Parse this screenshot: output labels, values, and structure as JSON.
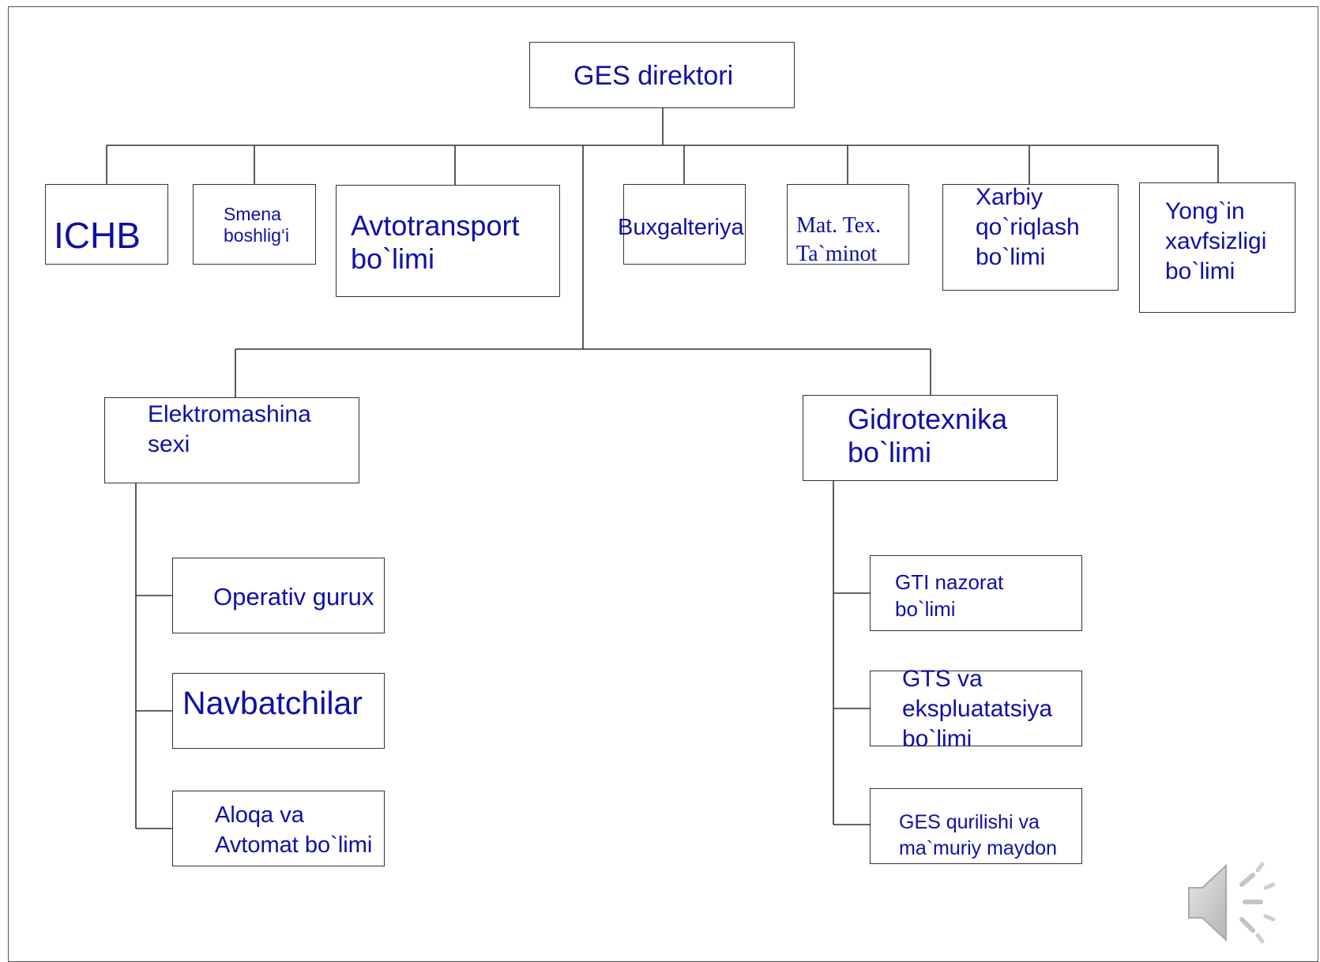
{
  "chart": {
    "root": [
      "GES direktori"
    ],
    "level1": {
      "ichb": [
        "ICHB"
      ],
      "smena": [
        "Smena",
        "boshlig‘i"
      ],
      "avtotransport": [
        "Avtotransport",
        "bo`limi"
      ],
      "buxgalteriya": [
        "Buxgalteriya"
      ],
      "mat_tex": [
        "Mat. Tex.",
        "Ta`minot"
      ],
      "xarbiy": [
        "Xarbiy",
        "qo`riqlash",
        "bo`limi"
      ],
      "yongin": [
        "Yong`in",
        "xavfsizligi",
        "bo`limi"
      ]
    },
    "level2": {
      "elektromashina": [
        "Elektromashina",
        "sexi"
      ],
      "gidrotexnika": [
        "Gidrotexnika",
        "bo`limi"
      ]
    },
    "elektromashina_units": {
      "operativ": [
        "Operativ gurux"
      ],
      "navbatchilar": [
        "Navbatchilar"
      ],
      "aloqa": [
        "Aloqa va",
        "Avtomat bo`limi"
      ]
    },
    "gidrotexnika_units": {
      "gti": [
        "GTI nazorat",
        "bo`limi"
      ],
      "gts": [
        "GTS va",
        "ekspluatatsiya",
        "bo`limi"
      ],
      "ges_qurilishi": [
        "GES qurilishi va",
        "ma`muriy maydon"
      ]
    }
  },
  "colors": {
    "text": "#0f0fa6",
    "lines": "#333333",
    "speaker": "#c8c8c8"
  },
  "icons": [
    "speaker-icon"
  ]
}
